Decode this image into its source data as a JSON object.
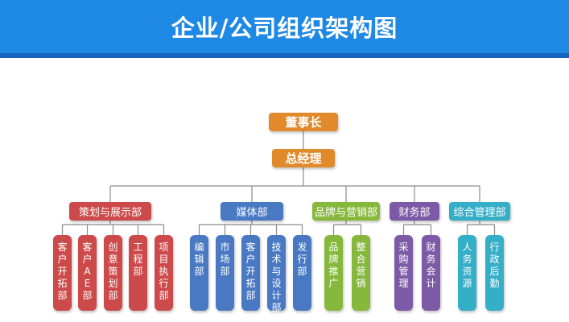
{
  "title": "企业/公司组织架构图",
  "colors": {
    "title_bar": "#1e88e5",
    "leader": "#e08a2c",
    "line": "#8a8a8a"
  },
  "chairman": "董事长",
  "general_manager": "总经理",
  "departments": [
    {
      "name": "策划与展示部",
      "color": "#cd4a4a",
      "units": [
        "客户开拓部",
        "客户AE部",
        "创意策划部",
        "工程部",
        "项目执行部"
      ]
    },
    {
      "name": "媒体部",
      "color": "#4a79c4",
      "units": [
        "编辑部",
        "市场部",
        "客户开拓部",
        "技术与设计部",
        "发行部"
      ]
    },
    {
      "name": "品牌与营销部",
      "color": "#86b83c",
      "units": [
        "品牌推广",
        "整合营销"
      ]
    },
    {
      "name": "财务部",
      "color": "#7d5aa6",
      "units": [
        "采购管理",
        "财务会计"
      ]
    },
    {
      "name": "综合管理部",
      "color": "#35aec8",
      "units": [
        "人务资源",
        "行政后勤"
      ]
    }
  ]
}
